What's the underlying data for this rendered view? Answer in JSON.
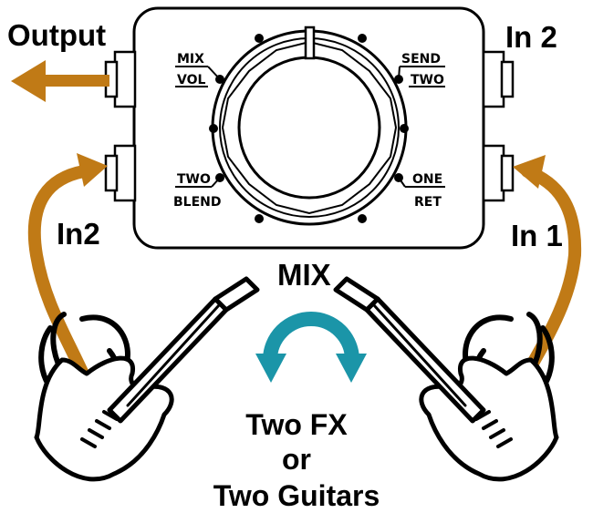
{
  "labels": {
    "output": "Output",
    "in2_top": "In 2",
    "in2_side": "In2",
    "in1": "In 1",
    "mix": "MIX"
  },
  "knob": {
    "top_left_upper": "MIX",
    "top_left_lower": "VOL",
    "top_right_upper": "SEND",
    "top_right_lower": "TWO",
    "bottom_left_upper": "TWO",
    "bottom_left_lower": "BLEND",
    "bottom_right_upper": "ONE",
    "bottom_right_lower": "RET"
  },
  "caption": {
    "line1": "Two FX",
    "line2": "or",
    "line3": "Two Guitars"
  },
  "colors": {
    "cable": "#c07a16",
    "mix_arrow": "#1b95a8",
    "outline": "#000000"
  },
  "icons": [
    "guitar-icon",
    "cable-arrow-icon",
    "circular-arrows-icon",
    "jack-icon",
    "knob-icon"
  ]
}
